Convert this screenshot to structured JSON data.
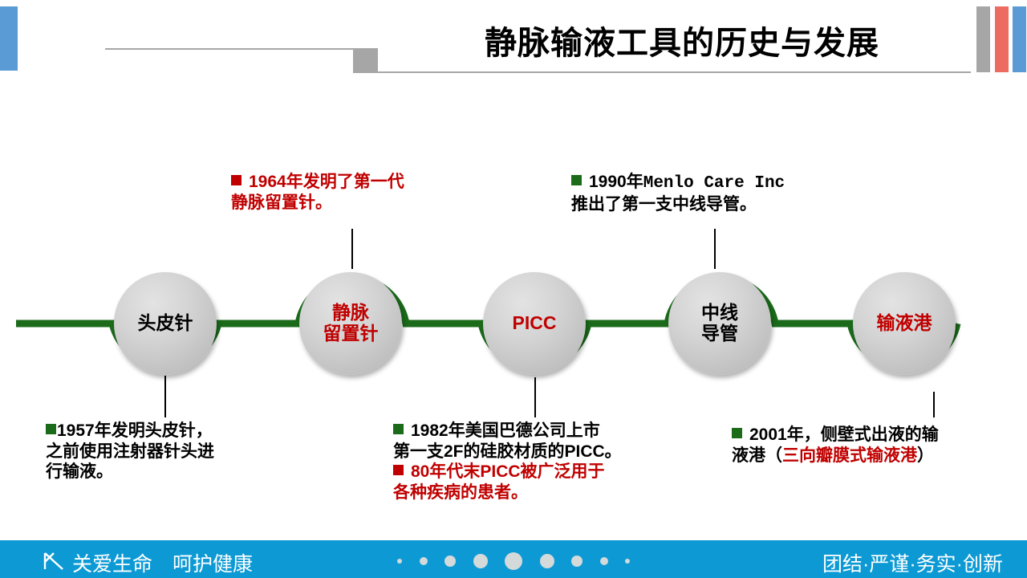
{
  "header": {
    "title": "静脉输液工具的历史与发展"
  },
  "colors": {
    "accent_blue": "#5b9bd5",
    "accent_red": "#ed6c61",
    "accent_gray": "#a6a6a6",
    "timeline_green": "#1b6b1b",
    "text_red": "#c00000",
    "footer_blue": "#0d9ad4"
  },
  "timeline": {
    "nodes": [
      {
        "label": "头皮针",
        "color": "black",
        "arc": "down"
      },
      {
        "label": "静脉\n留置针",
        "color": "red",
        "arc": "up"
      },
      {
        "label": "PICC",
        "color": "red",
        "arc": "down"
      },
      {
        "label": "中线\n导管",
        "color": "black",
        "arc": "up"
      },
      {
        "label": "输液港",
        "color": "red",
        "arc": "down"
      }
    ]
  },
  "callouts": {
    "headpin": {
      "bullet": "green",
      "line1": "1957年发明头皮针，",
      "line2": "之前使用注射器针头进",
      "line3": "行输液。"
    },
    "iv_catheter": {
      "bullet": "red",
      "line1": "1964年发明了第一代",
      "line2": "静脉留置针。"
    },
    "picc_1982": {
      "bullet": "green",
      "line1": "1982年美国巴德公司上市",
      "line2": "第一支2F的硅胶材质的PICC。"
    },
    "picc_80s": {
      "bullet": "red",
      "line1": "80年代末PICC被广泛用于",
      "line2": "各种疾病的患者。"
    },
    "midline": {
      "bullet": "green",
      "line1_cn": "1990年",
      "line1_en": "Menlo Care Inc",
      "line2": "推出了第一支中线导管。"
    },
    "port": {
      "bullet": "green",
      "line1": "2001年，侧壁式出液的输",
      "line2_a": "液港（",
      "line2_b": "三向瓣膜式输液港",
      "line2_c": "）"
    }
  },
  "footer": {
    "slogan_left": "关爱生命　呵护健康",
    "slogan_right": "团结·严谨·务实·创新",
    "dot_count": 9,
    "dot_sizes": [
      6,
      10,
      14,
      18,
      22,
      18,
      14,
      10,
      6
    ]
  }
}
